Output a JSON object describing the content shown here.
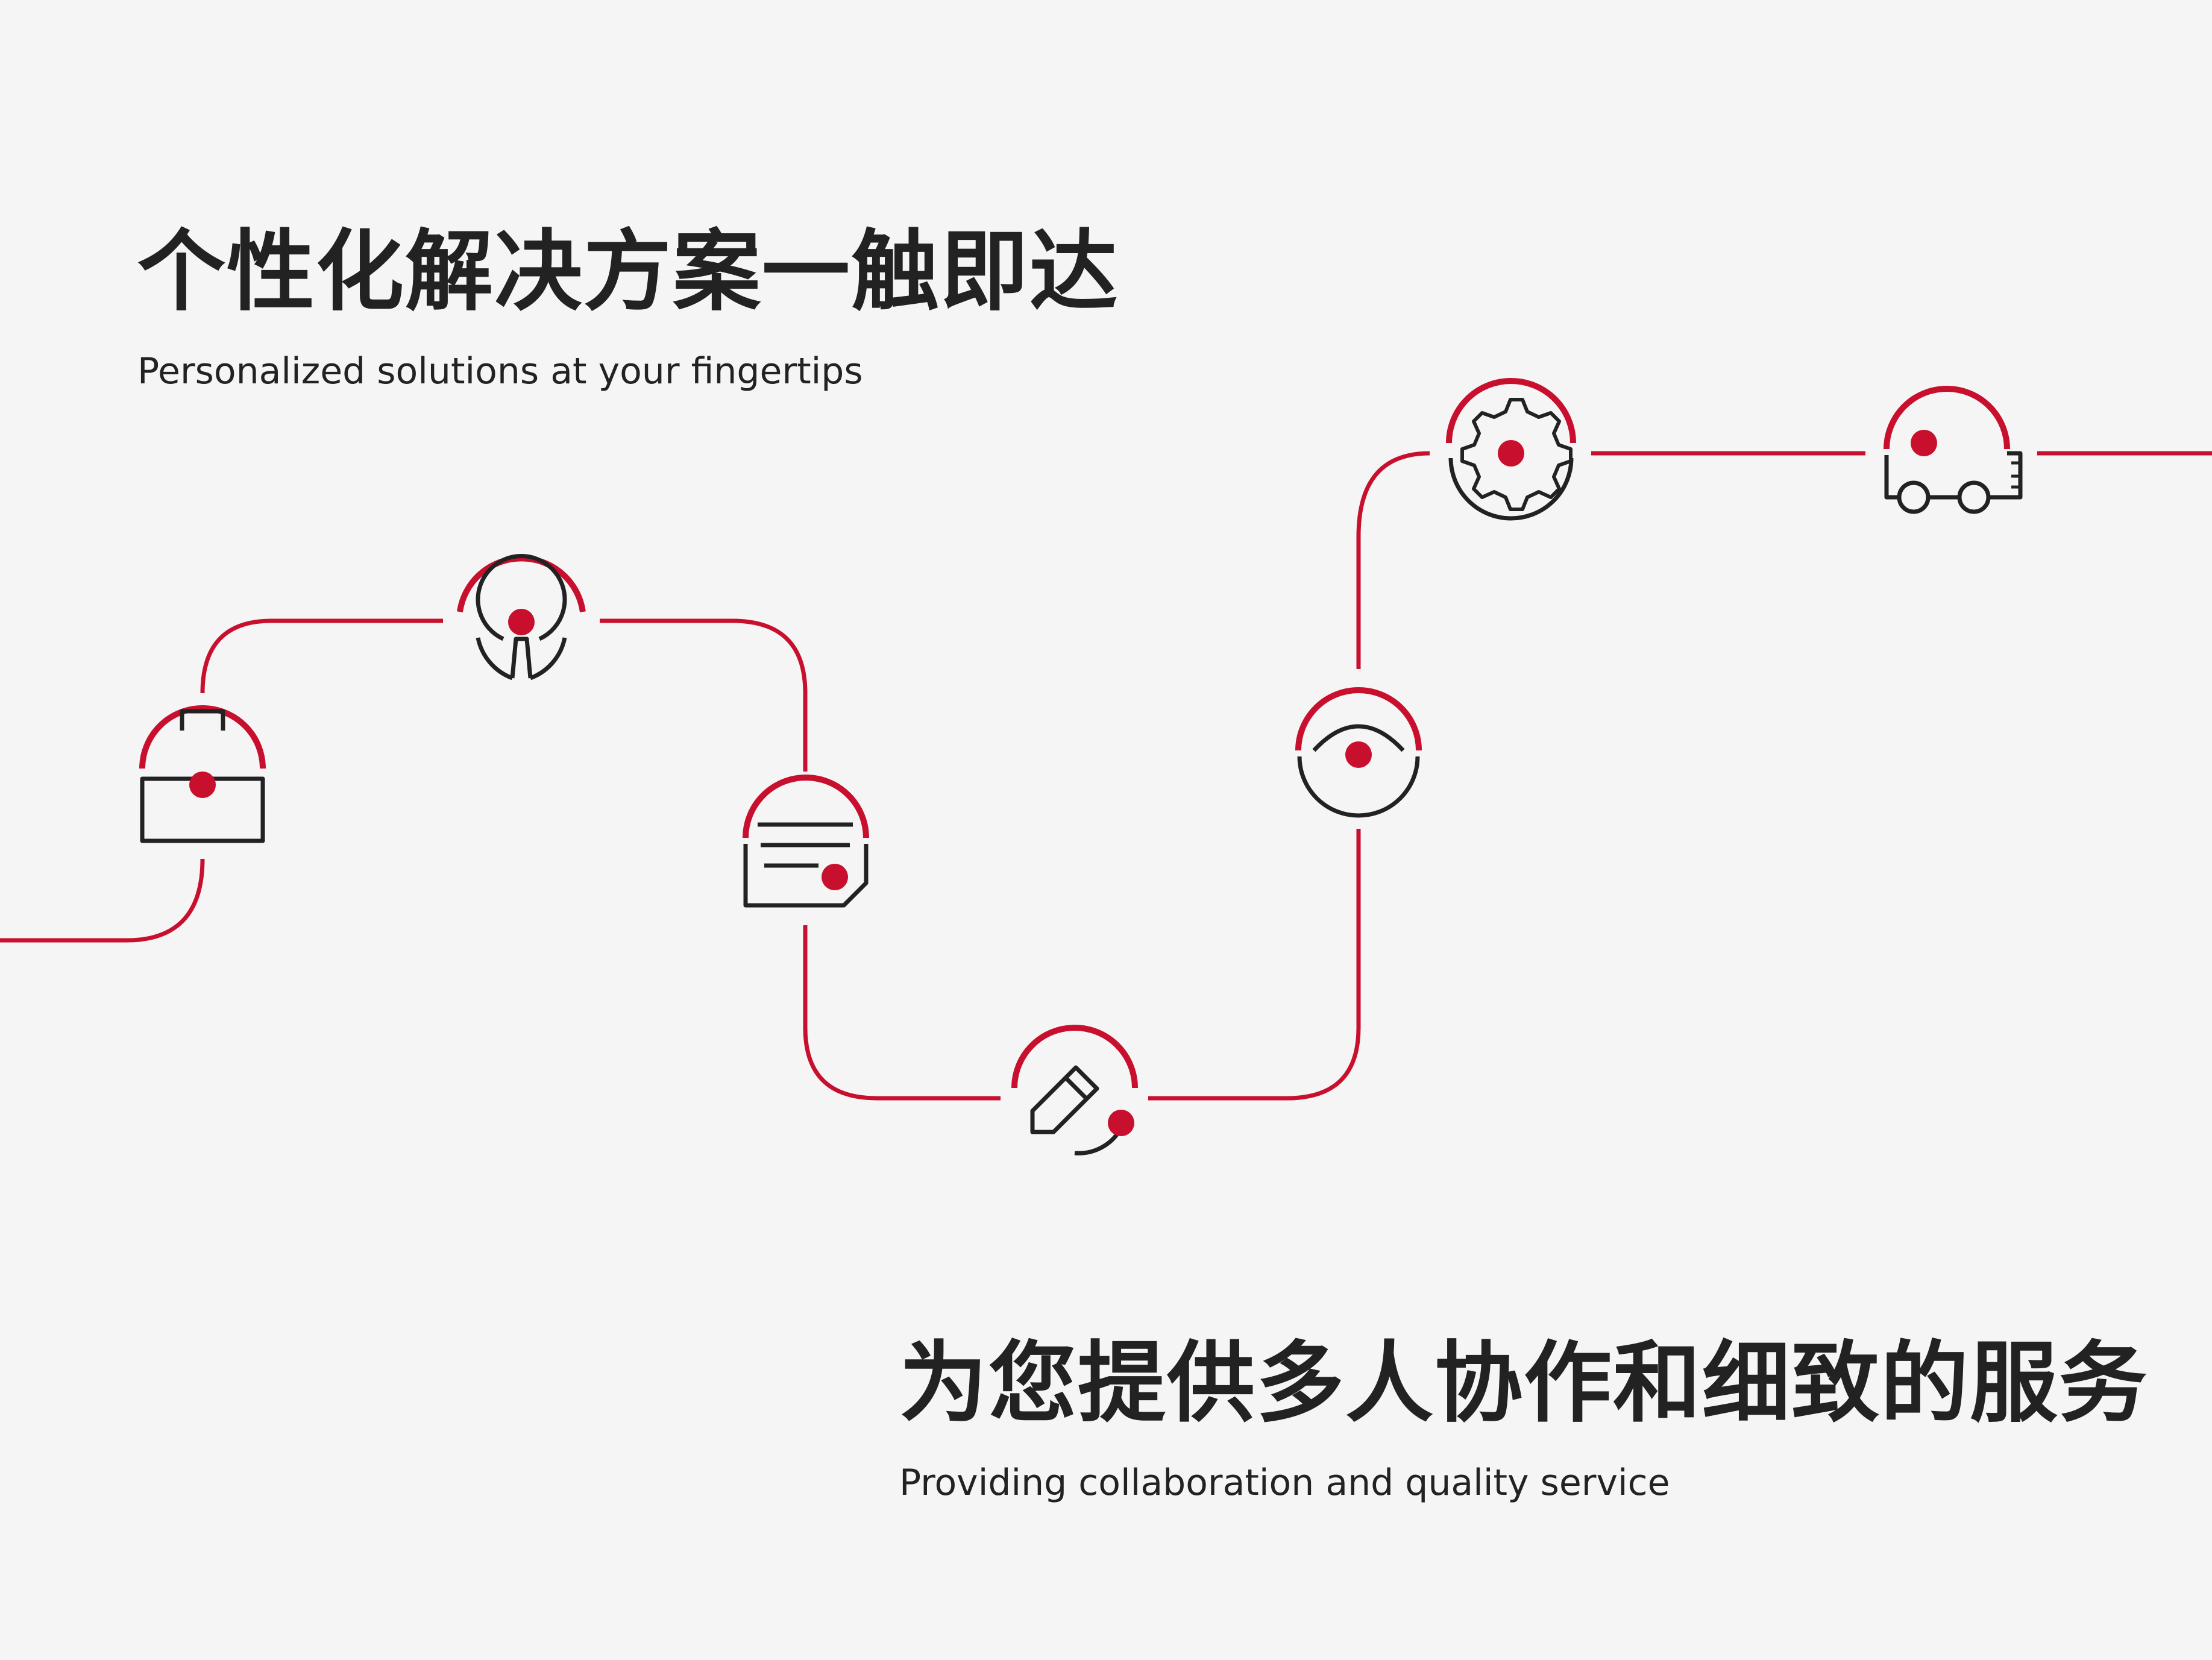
{
  "colors": {
    "background": "#f5f5f5",
    "accent": "#c8102e",
    "ink": "#222222"
  },
  "heading_top": {
    "zh": "个性化解决方案一触即达",
    "en": "Personalized solutions at your fingertips"
  },
  "heading_bottom": {
    "zh": "为您提供多人协作和细致的服务",
    "en": "Providing collaboration and quality service"
  },
  "icons": [
    "briefcase-icon",
    "radar-icon",
    "document-icon",
    "pencil-icon",
    "eye-icon",
    "gear-icon",
    "delivery-truck-icon"
  ]
}
